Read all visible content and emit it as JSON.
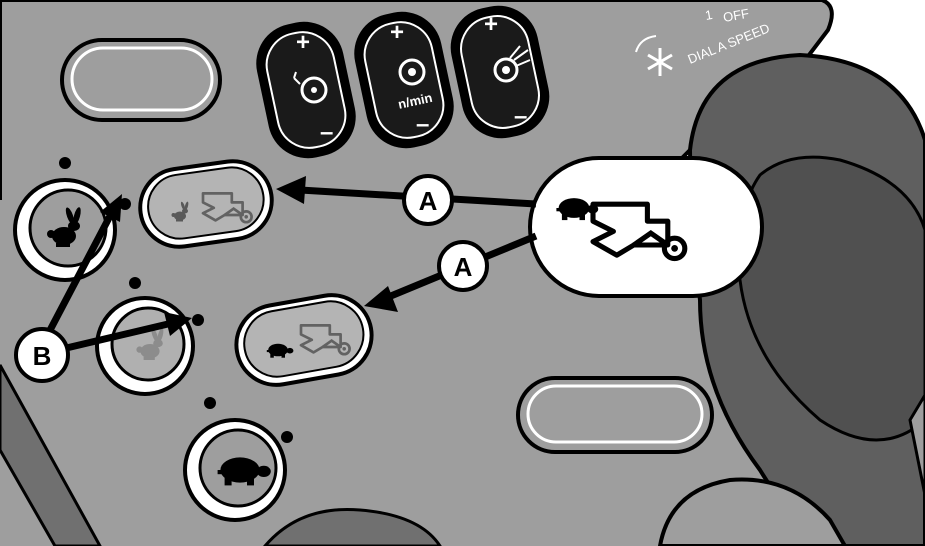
{
  "callouts": {
    "a_upper": "A",
    "a_lower": "A",
    "b": "B"
  },
  "rocker_switches": [
    {
      "plus": "+",
      "minus": "–",
      "icon": "reel-speed-icon"
    },
    {
      "plus": "+",
      "minus": "–",
      "icon": "rotor-speed-icon",
      "label": "n/min"
    },
    {
      "plus": "+",
      "minus": "–",
      "icon": "fan-speed-icon"
    }
  ],
  "panel_text": {
    "off_number": "1",
    "off": "OFF",
    "dial_a_speed": "DIAL A SPEED"
  },
  "buttons": {
    "rabbit_buttons": [
      "rabbit-speed-icon"
    ],
    "turtle_buttons": [
      "turtle-speed-icon"
    ],
    "set_buttons": [
      "rabbit-combine-set-icon",
      "turtle-combine-set-icon"
    ]
  },
  "colors": {
    "panel": "#9e9e9e",
    "panel_dark": "#7a7a7a",
    "outline": "#000000",
    "highlight": "#ffffff"
  }
}
